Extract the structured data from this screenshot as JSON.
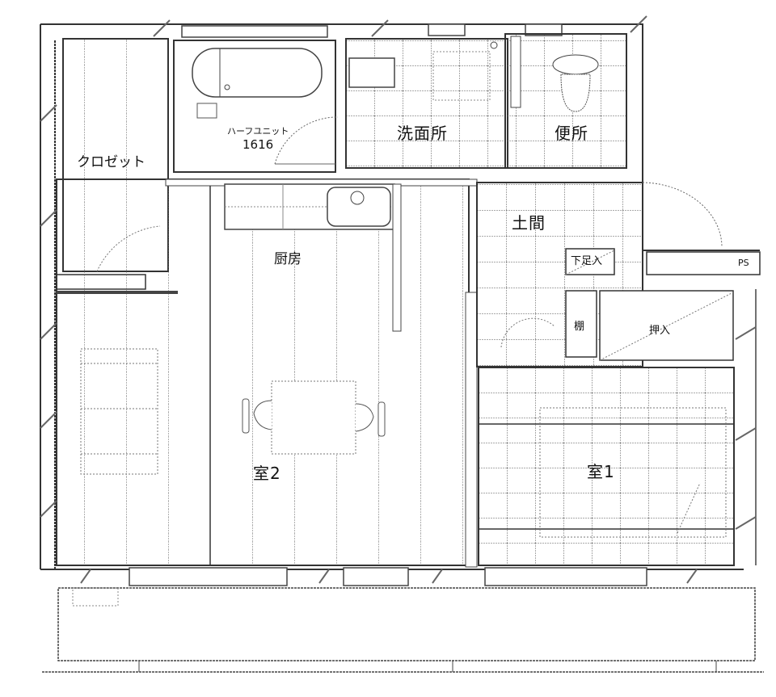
{
  "floor_plan": {
    "rooms": {
      "closet": {
        "label": "クロゼット"
      },
      "bath": {
        "label": "ハーフユニット",
        "size": "1616"
      },
      "washroom": {
        "label": "洗面所"
      },
      "toilet": {
        "label": "便所"
      },
      "entrance": {
        "label": "土間"
      },
      "shoe_box": {
        "label": "下足入"
      },
      "pipe_space": {
        "label": "PS"
      },
      "kitchen": {
        "label": "厨房"
      },
      "shelf": {
        "label": "棚"
      },
      "oshiire": {
        "label": "押入"
      },
      "room2": {
        "label": "室2"
      },
      "room1": {
        "label": "室1"
      }
    },
    "colors": {
      "wall": "#333333",
      "grid": "#555555",
      "background": "#ffffff"
    }
  }
}
